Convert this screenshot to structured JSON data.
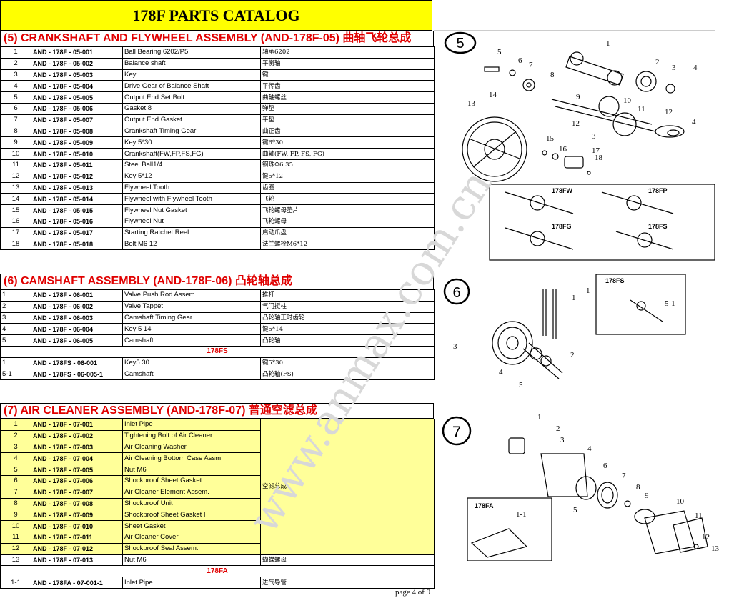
{
  "title": "178F PARTS CATALOG",
  "page": "page 4 of 9",
  "watermark": "www.anmax.com.cn",
  "sections": [
    {
      "heading": "(5) CRANKSHAFT AND FLYWHEEL ASSEMBLY (AND-178F-05) 曲轴飞轮总成",
      "rows": [
        {
          "no": "1",
          "code": "AND - 178F - 05-001",
          "name": "Ball Bearing 6202/P5",
          "cn": "轴承6202"
        },
        {
          "no": "2",
          "code": "AND - 178F - 05-002",
          "name": "Balance shaft",
          "cn": "平衡轴"
        },
        {
          "no": "3",
          "code": "AND - 178F - 05-003",
          "name": "Key",
          "cn": "键"
        },
        {
          "no": "4",
          "code": "AND - 178F - 05-004",
          "name": "Drive Gear of Balance Shaft",
          "cn": "平传齿"
        },
        {
          "no": "5",
          "code": "AND - 178F - 05-005",
          "name": "Output End Set Bolt",
          "cn": "曲轴螺丝"
        },
        {
          "no": "6",
          "code": "AND - 178F - 05-006",
          "name": "Gasket 8",
          "cn": "弹垫"
        },
        {
          "no": "7",
          "code": "AND - 178F - 05-007",
          "name": "Output End Gasket",
          "cn": "平垫"
        },
        {
          "no": "8",
          "code": "AND - 178F - 05-008",
          "name": "Crankshaft Timing Gear",
          "cn": "曲正齿"
        },
        {
          "no": "9",
          "code": "AND - 178F - 05-009",
          "name": "Key 5*30",
          "cn": "键6*30"
        },
        {
          "no": "10",
          "code": "AND - 178F - 05-010",
          "name": "Crankshaft(FW,FP,FS,FG)",
          "cn": "曲轴(FW, FP, FS, FG)"
        },
        {
          "no": "11",
          "code": "AND - 178F - 05-011",
          "name": "Steel Ball1/4",
          "cn": "钢珠Ф6.35"
        },
        {
          "no": "12",
          "code": "AND - 178F - 05-012",
          "name": "Key 5*12",
          "cn": "键5*12"
        },
        {
          "no": "13",
          "code": "AND - 178F - 05-013",
          "name": "Flywheel Tooth",
          "cn": "齿圈"
        },
        {
          "no": "14",
          "code": "AND - 178F - 05-014",
          "name": "Flywheel with Flywheel Tooth",
          "cn": "飞轮"
        },
        {
          "no": "15",
          "code": "AND - 178F - 05-015",
          "name": "Flywheel Nut Gasket",
          "cn": "飞轮螺母垫片"
        },
        {
          "no": "16",
          "code": "AND - 178F - 05-016",
          "name": "Flywheel Nut",
          "cn": "飞轮螺母"
        },
        {
          "no": "17",
          "code": "AND - 178F - 05-017",
          "name": "Starting Ratchet Reel",
          "cn": "启动爪盘"
        },
        {
          "no": "18",
          "code": "AND - 178F - 05-018",
          "name": "Bolt M6 12",
          "cn": "法兰螺栓M6*12"
        }
      ]
    },
    {
      "heading": "(6) CAMSHAFT ASSEMBLY (AND-178F-06) 凸轮轴总成",
      "rows": [
        {
          "no": "1",
          "code": "AND - 178F - 06-001",
          "name": "Valve Push Rod Assem.",
          "cn": "推杆"
        },
        {
          "no": "2",
          "code": "AND - 178F - 06-002",
          "name": "Valve Tappet",
          "cn": "气门挺柱"
        },
        {
          "no": "3",
          "code": "AND - 178F - 06-003",
          "name": "Camshaft Timing Gear",
          "cn": "凸轮轴正时齿轮"
        },
        {
          "no": "4",
          "code": "AND - 178F - 06-004",
          "name": "Key 5 14",
          "cn": "键5*14"
        },
        {
          "no": "5",
          "code": "AND - 178F - 06-005",
          "name": "Camshaft",
          "cn": "凸轮轴"
        }
      ],
      "sub_heading": "178FS",
      "sub_rows": [
        {
          "no": "1",
          "code": "AND - 178FS - 06-001",
          "name": "Key5 30",
          "cn": "键5*30"
        },
        {
          "no": "5-1",
          "code": "AND - 178FS - 06-005-1",
          "name": "Camshaft",
          "cn": "凸轮轴(FS)"
        }
      ]
    },
    {
      "heading": "(7) AIR CLEANER ASSEMBLY (AND-178F-07)  普通空滤总成",
      "merged_cn": "空滤总成",
      "rows": [
        {
          "no": "1",
          "code": "AND - 178F - 07-001",
          "name": "Inlet Pipe"
        },
        {
          "no": "2",
          "code": "AND - 178F - 07-002",
          "name": "Tightening Bolt of Air Cleaner"
        },
        {
          "no": "3",
          "code": "AND - 178F - 07-003",
          "name": "Air Cleaning Washer"
        },
        {
          "no": "4",
          "code": "AND - 178F - 07-004",
          "name": "Air Cleaning Bottom Case Assm."
        },
        {
          "no": "5",
          "code": "AND - 178F - 07-005",
          "name": "Nut M6"
        },
        {
          "no": "6",
          "code": "AND - 178F - 07-006",
          "name": "Shockproof Sheet Gasket"
        },
        {
          "no": "7",
          "code": "AND - 178F - 07-007",
          "name": "Air Cleaner Element Assem."
        },
        {
          "no": "8",
          "code": "AND - 178F - 07-008",
          "name": "Shockproof Unit"
        },
        {
          "no": "9",
          "code": "AND - 178F - 07-009",
          "name": "Shockproof Sheet Gasket I"
        },
        {
          "no": "10",
          "code": "AND - 178F - 07-010",
          "name": "Sheet Gasket"
        },
        {
          "no": "11",
          "code": "AND - 178F - 07-011",
          "name": "Air Cleaner Cover"
        },
        {
          "no": "12",
          "code": "AND - 178F - 07-012",
          "name": "Shockproof Seal Assem."
        }
      ],
      "after_rows": [
        {
          "no": "13",
          "code": "AND - 178F - 07-013",
          "name": "Nut M6",
          "cn": "蝴蝶螺母"
        }
      ],
      "sub_heading": "178FA",
      "sub_rows": [
        {
          "no": "1-1",
          "code": "AND - 178FA - 07-001-1",
          "name": "Inlet Pipe",
          "cn": "进气导管"
        }
      ]
    }
  ],
  "diagrams": {
    "d5": {
      "marker": "5",
      "variants": [
        "178FW",
        "178FP",
        "178FG",
        "178FS"
      ],
      "labels": [
        "1",
        "2",
        "3",
        "4",
        "5",
        "6",
        "7",
        "8",
        "9",
        "10",
        "11",
        "12",
        "12",
        "13",
        "14",
        "15",
        "16",
        "17",
        "18",
        "3",
        "4"
      ]
    },
    "d6": {
      "marker": "6",
      "variant": "178FS",
      "labels": [
        "1",
        "2",
        "3",
        "4",
        "5",
        "5-1"
      ]
    },
    "d7": {
      "marker": "7",
      "variant": "178FA",
      "labels": [
        "1",
        "2",
        "3",
        "4",
        "5",
        "6",
        "7",
        "8",
        "9",
        "10",
        "11",
        "12",
        "13",
        "1-1"
      ]
    }
  }
}
